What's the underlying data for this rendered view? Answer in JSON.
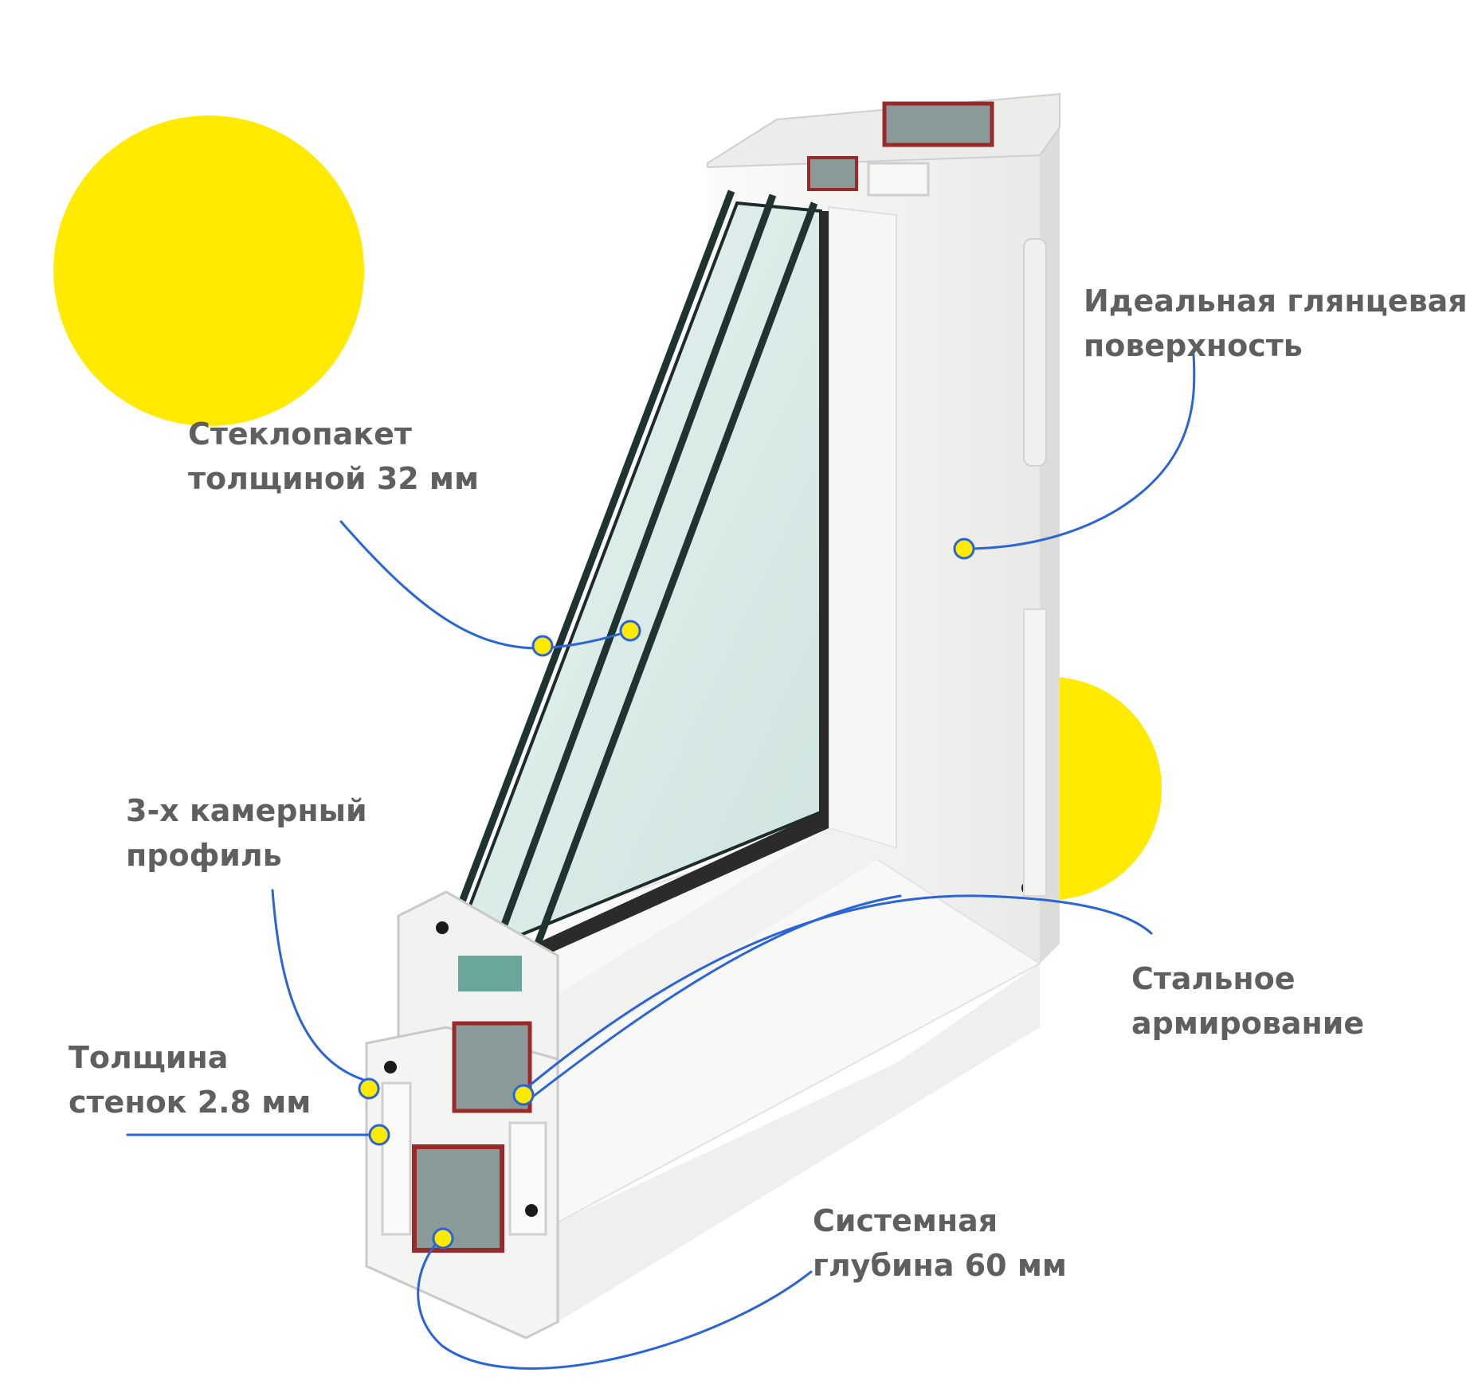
{
  "colors": {
    "accent_yellow": "#ffea00",
    "leader_blue": "#2a64d6",
    "label_gray": "#5f5f5f",
    "profile_white": "#f4f4f2",
    "glass": "#d9ece9",
    "reinforcement": "#8a9a98",
    "seal_red": "#9a2a2a"
  },
  "callouts": {
    "glazing": {
      "line1": "Стеклопакет",
      "line2": "толщиной 32 мм"
    },
    "surface": {
      "line1": "Идеальная глянцевая",
      "line2": "поверхность"
    },
    "chambers": {
      "line1": "3-х камерный",
      "line2": "профиль"
    },
    "steel": {
      "line1": "Стальное",
      "line2": "армирование"
    },
    "walls": {
      "line1": "Толщина",
      "line2": "стенок 2.8 мм"
    },
    "depth": {
      "line1": "Системная",
      "line2": "глубина 60 мм"
    }
  }
}
